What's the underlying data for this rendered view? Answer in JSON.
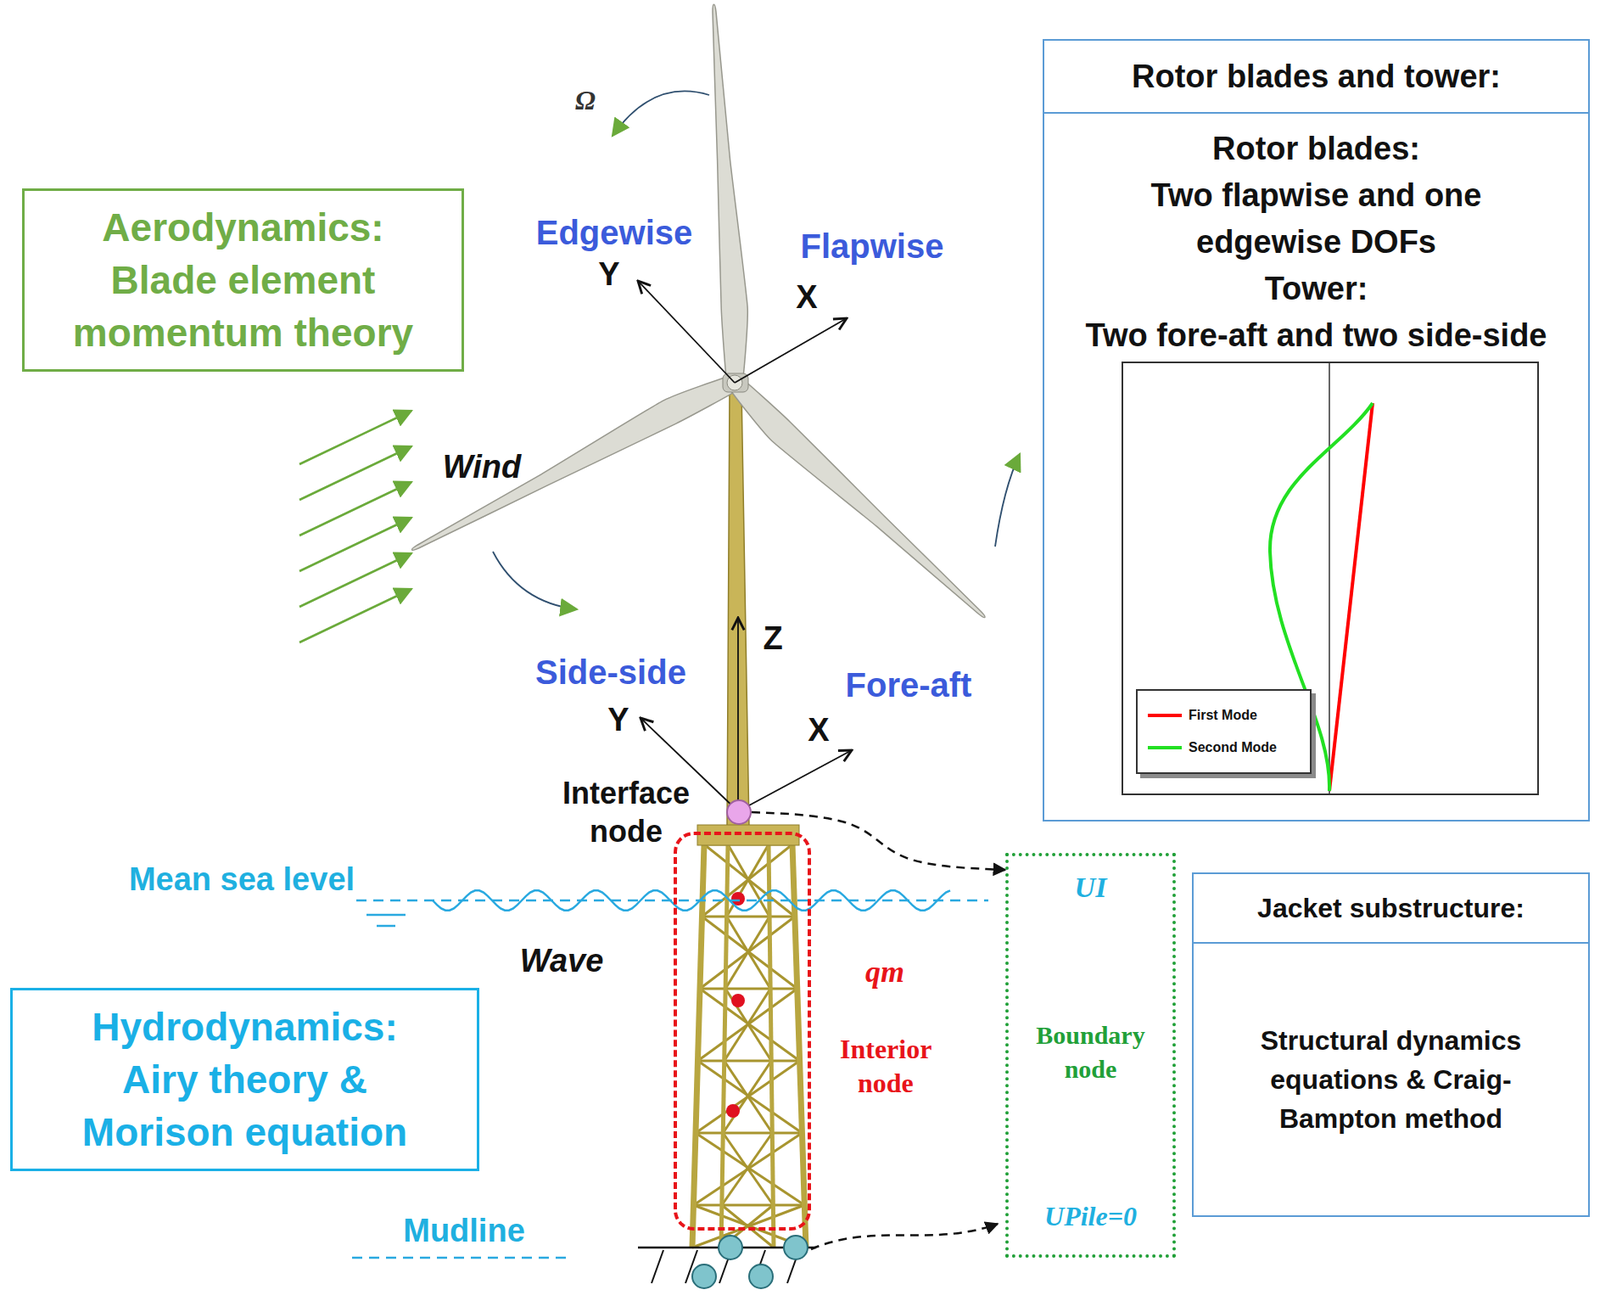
{
  "diagram": {
    "nodes": [
      {
        "text": [
          "Aerodynamics:",
          "Blade element momentum theory"
        ]
      },
      {
        "text": [
          "Rotor blades and tower:",
          "Rotor blades:",
          "Two flapwise and one edgewise DOFs",
          "Tower:",
          "Two fore-aft and two side-side"
        ]
      },
      {
        "text": [
          "Interface node"
        ]
      },
      {
        "text": [
          "qm",
          "Interior node"
        ]
      },
      {
        "text": [
          "UI",
          "Boundary node",
          "UPile=0"
        ]
      },
      {
        "text": [
          "Hydrodynamics:",
          "Airy theory & Morison equation"
        ]
      },
      {
        "text": [
          "Jacket substructure:",
          "Structural dynamics equations & Craig-Bampton method"
        ]
      }
    ],
    "edges": [
      {
        "from": 2,
        "to": 4,
        "arrow": "to"
      }
    ],
    "labels": [
      "Ω",
      "Edgewise",
      "Y",
      "Flapwise",
      "X",
      "Wind",
      "Z",
      "Side-side",
      "Y",
      "Fore-aft",
      "X",
      "Mean sea level",
      "Wave",
      "Mudline"
    ],
    "legend": [
      {
        "text": "First Mode"
      },
      {
        "text": "Second Mode"
      }
    ]
  }
}
